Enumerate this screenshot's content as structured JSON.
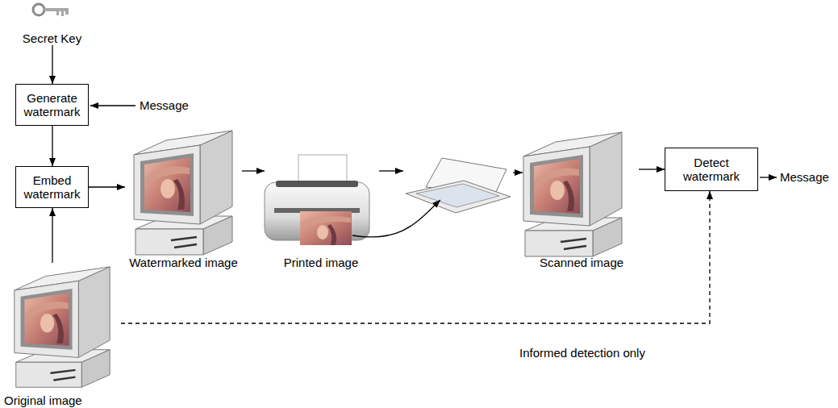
{
  "diagram": {
    "nodes": [
      {
        "text": [
          "Secret Key"
        ]
      },
      {
        "text": [
          "Generate watermark"
        ]
      },
      {
        "text": [
          "Embed watermark"
        ]
      },
      {
        "text": [
          "Original image"
        ]
      },
      {
        "text": [
          "Watermarked image"
        ]
      },
      {
        "text": [
          "Printed image"
        ]
      },
      {
        "text": [
          "Scanned image"
        ]
      },
      {
        "text": [
          "Detect watermark"
        ]
      }
    ],
    "edges": [
      {
        "from": 0,
        "to": 1,
        "arrow": "to"
      },
      {
        "from": 1,
        "to": 2,
        "arrow": "to"
      },
      {
        "from": 3,
        "to": 2,
        "arrow": "to"
      },
      {
        "from": 2,
        "to": 4,
        "arrow": "to"
      },
      {
        "from": 4,
        "to": 5,
        "arrow": "to"
      },
      {
        "from": 6,
        "to": 7,
        "arrow": "to"
      },
      {
        "from": 3,
        "to": 7,
        "arrow": "to",
        "label": "Informed detection only"
      }
    ],
    "labels": [
      "Message",
      "Message"
    ]
  }
}
